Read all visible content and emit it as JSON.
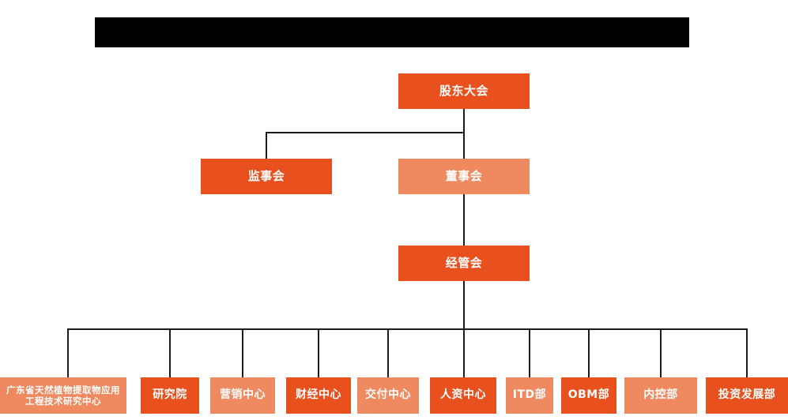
{
  "chart": {
    "type": "org-chart",
    "title_banner": {
      "label": "redacted-title-banner",
      "text": ""
    },
    "background_color": "#ffffff",
    "colors": {
      "accent_dark": "#e8511d",
      "accent_light": "#ef8a60",
      "connector": "#1a1a1a",
      "node_text": "#ffffff",
      "banner": "#000000"
    },
    "levels": [
      {
        "level": 1,
        "nodes": [
          {
            "id": "shareholders",
            "text": "股东大会",
            "tone": "dark"
          }
        ]
      },
      {
        "level": 2,
        "nodes": [
          {
            "id": "supervisors",
            "text": "监事会",
            "tone": "dark"
          },
          {
            "id": "directors",
            "text": "董事会",
            "tone": "light"
          }
        ]
      },
      {
        "level": 3,
        "nodes": [
          {
            "id": "management",
            "text": "经管会",
            "tone": "dark"
          }
        ]
      },
      {
        "level": 4,
        "nodes": [
          {
            "id": "dept-0",
            "text": "广东省天然植物提取物应用工程技术研究中心",
            "tone": "light"
          },
          {
            "id": "dept-1",
            "text": "研究院",
            "tone": "dark"
          },
          {
            "id": "dept-2",
            "text": "营销中心",
            "tone": "light"
          },
          {
            "id": "dept-3",
            "text": "财经中心",
            "tone": "dark"
          },
          {
            "id": "dept-4",
            "text": "交付中心",
            "tone": "light"
          },
          {
            "id": "dept-5",
            "text": "人资中心",
            "tone": "dark"
          },
          {
            "id": "dept-6",
            "text": "ITD部",
            "tone": "light"
          },
          {
            "id": "dept-7",
            "text": "OBM部",
            "tone": "dark"
          },
          {
            "id": "dept-8",
            "text": "内控部",
            "tone": "light"
          },
          {
            "id": "dept-9",
            "text": "投资发展部",
            "tone": "dark"
          }
        ]
      }
    ]
  }
}
